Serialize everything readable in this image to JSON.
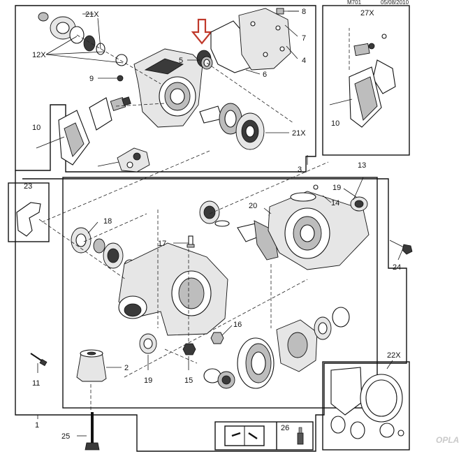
{
  "header": {
    "code": "M701",
    "date": "05/08/2010"
  },
  "watermark": "OPLA",
  "callouts": [
    "1",
    "2",
    "3",
    "4",
    "5",
    "6",
    "7",
    "8",
    "9",
    "10",
    "11",
    "12X",
    "13",
    "14",
    "15",
    "16",
    "17",
    "18",
    "19",
    "20",
    "21X",
    "22X",
    "23",
    "24",
    "25",
    "26",
    "27X"
  ],
  "labels": {
    "l8": "8",
    "l21x_a": "21X",
    "l7": "7",
    "l12x": "12X",
    "l4": "4",
    "l5": "5",
    "l9": "9",
    "l6": "6",
    "l10_a": "10",
    "l21x_b": "21X",
    "l3": "3",
    "l27x": "27X",
    "l10_b": "10",
    "l13": "13",
    "l23": "23",
    "l19_a": "19",
    "l14": "14",
    "l20": "20",
    "l18": "18",
    "l17": "17",
    "l24": "24",
    "l16": "16",
    "l22x": "22X",
    "l11": "11",
    "l2": "2",
    "l19_b": "19",
    "l15": "15",
    "l1": "1",
    "l25": "25",
    "l26": "26"
  },
  "colors": {
    "arrow": "#c0392b",
    "ink": "#111111",
    "shade": "#3a3a3a"
  },
  "icons": [
    "red-down-arrow-icon",
    "service-manual-icon",
    "grease-tool-icon"
  ]
}
